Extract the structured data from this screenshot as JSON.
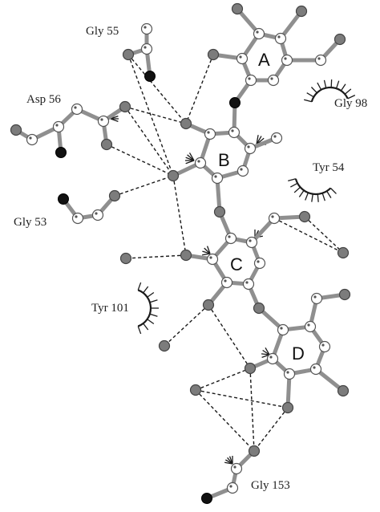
{
  "residues": [
    {
      "id": "gly55",
      "label": "Gly  55"
    },
    {
      "id": "asp56",
      "label": "Asp  56"
    },
    {
      "id": "gly53",
      "label": "Gly  53"
    },
    {
      "id": "gly98",
      "label": "Gly  98"
    },
    {
      "id": "tyr54",
      "label": "Tyr  54"
    },
    {
      "id": "tyr101",
      "label": "Tyr 101"
    },
    {
      "id": "gly153",
      "label": "Gly 153"
    }
  ],
  "rings": [
    "A",
    "B",
    "C",
    "D"
  ],
  "colors": {
    "bond": "#8f8f8f",
    "carbon": "#ffffff",
    "nitrogen": "#7c7c7c",
    "oxygen": "#111111",
    "hbond": "#1a1a1a"
  }
}
